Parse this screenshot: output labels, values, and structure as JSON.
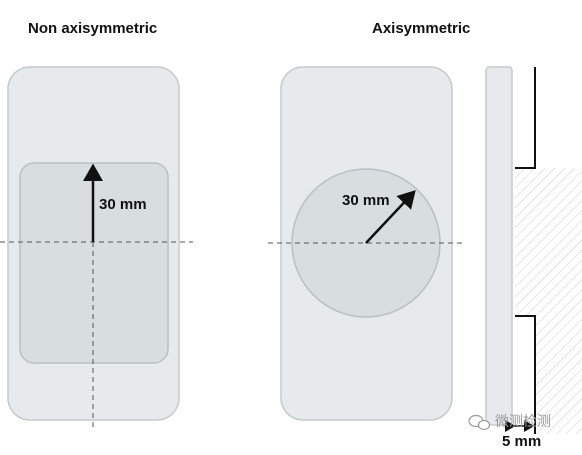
{
  "titles": {
    "left": "Non axisymmetric",
    "right": "Axisymmetric"
  },
  "dimensions": {
    "left_arrow": "30 mm",
    "right_arrow": "30 mm",
    "gap": "5 mm"
  },
  "watermark": {
    "text": "微测检测",
    "icon": "wechat-icon"
  },
  "colors": {
    "plate_fill": "#e6eaed",
    "plate_stroke": "#c5cacd",
    "region_fill": "#d8dde0",
    "region_stroke": "#b9bfc3",
    "dashed": "#555555",
    "arrow": "#111111",
    "hatch": "#c9c9c9"
  }
}
